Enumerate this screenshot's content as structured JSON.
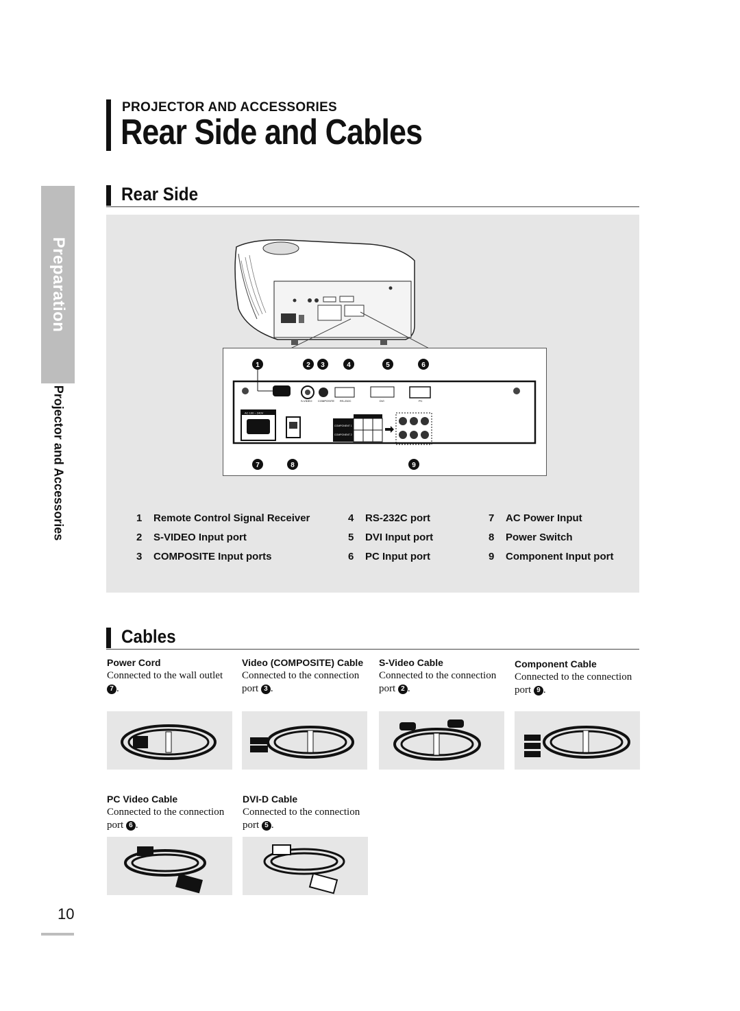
{
  "side_tab": {
    "label": "Preparation",
    "sub_label": "Projector and Accessories"
  },
  "header": {
    "section": "PROJECTOR AND ACCESSORIES",
    "title": "Rear Side and Cables"
  },
  "rear_side": {
    "heading": "Rear Side",
    "callouts": [
      "1",
      "2",
      "3",
      "4",
      "5",
      "6",
      "7",
      "8",
      "9"
    ],
    "panel_labels": [
      "S-VIDEO",
      "COMPOSITE",
      "RS-232C",
      "DVI",
      "PC",
      "AC 100 ~ 240V",
      "COMPONENT 1",
      "COMPONENT 2"
    ],
    "legend": [
      {
        "num": "1",
        "label": "Remote Control Signal Receiver"
      },
      {
        "num": "2",
        "label": "S-VIDEO Input port"
      },
      {
        "num": "3",
        "label": "COMPOSITE Input ports"
      },
      {
        "num": "4",
        "label": "RS-232C port"
      },
      {
        "num": "5",
        "label": "DVI Input port"
      },
      {
        "num": "6",
        "label": "PC Input port"
      },
      {
        "num": "7",
        "label": "AC Power Input"
      },
      {
        "num": "8",
        "label": "Power Switch"
      },
      {
        "num": "9",
        "label": "Component Input port"
      }
    ]
  },
  "cables": {
    "heading": "Cables",
    "items": [
      {
        "title": "Power Cord",
        "desc": "Connected to the wall outlet",
        "port": "7"
      },
      {
        "title": "Video (COMPOSITE) Cable",
        "desc": "Connected to the connection port",
        "port": "3"
      },
      {
        "title": "S-Video Cable",
        "desc": "Connected to the connection port",
        "port": "2"
      },
      {
        "title": "Component Cable",
        "desc": "Connected to the connection port",
        "port": "9"
      },
      {
        "title": "PC Video Cable",
        "desc": "Connected to the connection port",
        "port": "6"
      },
      {
        "title": "DVI-D Cable",
        "desc": "Connected to the connection port",
        "port": "5"
      }
    ]
  },
  "page_number": "10"
}
